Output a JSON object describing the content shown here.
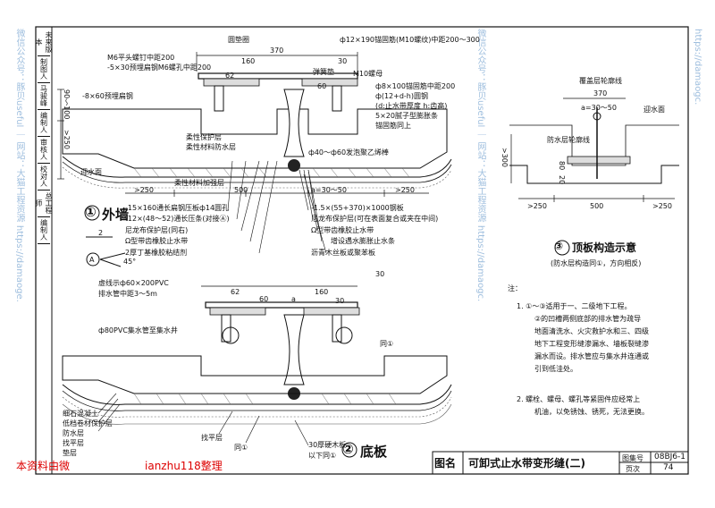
{
  "watermarks": {
    "left": "微信公众号：豚贝useful ｜ 网站：大猫工程资源 https://damaoge.",
    "mid": "微信公众号：豚贝useful ｜ 网站：大猫工程资源 https://damaogc.",
    "right": "https://damaogc."
  },
  "side_strip": [
    "未来版本",
    "制图人",
    "马骏峰",
    "编制人",
    "审核人",
    "校对人",
    "总工程师",
    "编制人"
  ],
  "fig1": {
    "title_num": "①",
    "title": "外墙",
    "labels_top_left": [
      "M6平头螺钉中距200",
      "-5×30预埋扁钢M6螺孔中距200",
      "-8×60预埋扁钢"
    ],
    "labels_mid_left": [
      "柔性保护层",
      "柔性材料防水层"
    ],
    "label_bottom_left": "柔性材料加强层",
    "label_water": "迎水面",
    "labels_top_center": [
      "圆垫圈",
      "弹簧垫"
    ],
    "labels_top_right": [
      "ф12×190锚固筋(M10螺纹)中距200～300",
      "M10螺母",
      "ф8×100锚固筋中距200",
      "ф(12+d-h)圆钢",
      "(d:止水带厚度 h:齿高)",
      "5×20腻子型膨胀条",
      "锚固筋同上"
    ],
    "label_foam": "ф40～ф60发泡聚乙烯棒",
    "dims": {
      "top": "370",
      "d1": "160",
      "d2": "62",
      "d3": "60",
      "d4": "30",
      "gap": "a=30～50",
      "left": ">250",
      "mid": "500",
      "right": ">250"
    },
    "dims_vertical": [
      "90～100",
      ">250"
    ],
    "labels_bottom": [
      "-15×160通长扁钢压板ф14圆孔",
      "-12×(48～52)通长压条(对接Ⓐ)",
      "尼龙布保护层(同右)",
      "Ω型带齿橡胶止水带",
      "2厚丁基橡胶粘结剂"
    ],
    "labels_bottom_right": [
      "-1.5×(55+370)×1000钢板",
      "尼龙布保护层(可在表面复合或夹在中间)",
      "Ω型带齿橡胶止水带",
      "增设遇水膨胀止水条",
      "沥青木丝板或聚苯板"
    ],
    "callout": "2",
    "callout_detail": "A",
    "angle": "45°",
    "dim_small": "2"
  },
  "fig2": {
    "title_num": "②",
    "title": "底板",
    "labels_top_left": [
      "虚线示ф60×200PVC",
      "排水管中距3～5m",
      "ф80PVC集水管至集水井"
    ],
    "labels_bottom_left": [
      "细石混凝土",
      "低档卷材保护层",
      "防水层",
      "找平层",
      "垫层"
    ],
    "labels_bottom_center": [
      "找平层",
      "同①"
    ],
    "labels_bottom_right": [
      "30厚硬木板",
      "以下同①"
    ],
    "dims": {
      "d1": "62",
      "d2": "60",
      "d3": "160",
      "d4": "30",
      "gap": "a",
      "right": "30"
    },
    "label_same": "同①"
  },
  "fig3": {
    "title_num": "③",
    "title": "顶板构造示意",
    "subtitle": "(防水层构造同①，方向相反)",
    "labels": [
      "覆盖层轮廓线",
      "防水层轮廓线",
      "迎水面"
    ],
    "dims": {
      "top": "370",
      "gap": "a=30～50",
      "v1": "80",
      "v2": "20",
      "left": ">250",
      "mid": "500",
      "right": ">250",
      "vleft": ">300"
    }
  },
  "notes": {
    "title": "注：",
    "lines": [
      "1. ①～③适用于一、二级地下工程。",
      "②的凹槽两侧底部的排水管为疏导",
      "地面清洗水、火灾救护水和三、四级",
      "地下工程变形缝渗漏水、墙板裂缝渗",
      "漏水而设。排水管应与集水井连通或",
      "引到低洼处。",
      "2. 螺栓、螺母、螺孔等紧固件应经常上",
      "机油，以免锈蚀、锈死，无法更换。"
    ]
  },
  "title_block": {
    "label_name": "图名",
    "name": "可卸式止水带变形缝(二)",
    "label_atlas": "图集号",
    "atlas": "08BJ6-1",
    "label_page": "页次",
    "page": "74"
  },
  "footer": {
    "red_left": "本资料由微",
    "red_right": "ianzhu118整理"
  },
  "colors": {
    "watermark": "#8fb4d9",
    "red": "#dd0000",
    "line": "#111111",
    "hatch": "#555555"
  }
}
